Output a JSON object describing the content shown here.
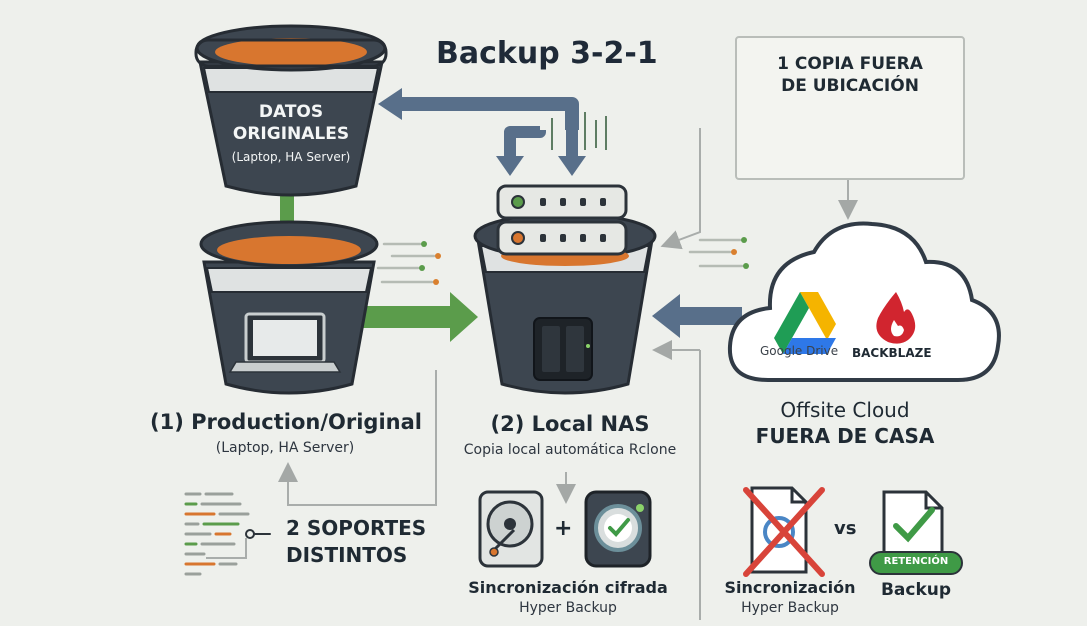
{
  "title": "Backup 3-2-1",
  "offsite_box": {
    "line1": "1 COPIA FUERA",
    "line2": "DE UBICACIÓN",
    "icon": "house-icon"
  },
  "originals": {
    "line1": "DATOS",
    "line2": "ORIGINALES",
    "line3": "(Laptop, HA Server)"
  },
  "production": {
    "title": "(1) Production/Original",
    "subtitle": "(Laptop, HA Server)",
    "icon": "laptop-icon"
  },
  "nas": {
    "title": "(2) Local NAS",
    "subtitle": "Copia local automática Rclone",
    "icon": "nas-icon"
  },
  "cloud": {
    "google_drive": "Google Drive",
    "backblaze": "BACKBLAZE",
    "title1": "Offsite Cloud",
    "title2": "FUERA DE CASA"
  },
  "media": {
    "line1": "2 SOPORTES",
    "line2": "DISTINTOS"
  },
  "encrypted_sync": {
    "plus": "+",
    "line1": "Sincronización cifrada",
    "line2": "Hyper Backup",
    "icons": [
      "hard-disk-icon",
      "sync-check-icon"
    ]
  },
  "comparison": {
    "left_line1": "Sincronización",
    "left_line2": "Hyper Backup",
    "vs": "vs",
    "badge": "RETENCIÓN",
    "right": "Backup"
  },
  "colors": {
    "bucket": "#3d4650",
    "bucket_rim": "#2b323a",
    "band": "#dfe2e2",
    "liquid": "#d8762f",
    "green_arrow": "#5b9c4b",
    "blue_arrow": "#586f8a",
    "check_green": "#3f9a46",
    "cross_red": "#d8443a"
  }
}
